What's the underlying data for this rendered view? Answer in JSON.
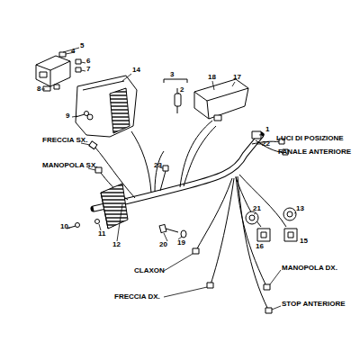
{
  "diagram": {
    "labels": [
      "5",
      "4",
      "6",
      "7",
      "8",
      "14",
      "3",
      "2",
      "18",
      "17",
      "9",
      "1",
      "22",
      "LUCI DI POSIZIONE",
      "FRECCIA SX.",
      "FANALE ANTERIORE",
      "MANOPOLA SX.",
      "23",
      "21",
      "13",
      "10",
      "11",
      "16",
      "15",
      "20",
      "19",
      "12",
      "CLAXON",
      "MANOPOLA DX.",
      "FRECCIA DX.",
      "STOP ANTERIORE"
    ]
  }
}
